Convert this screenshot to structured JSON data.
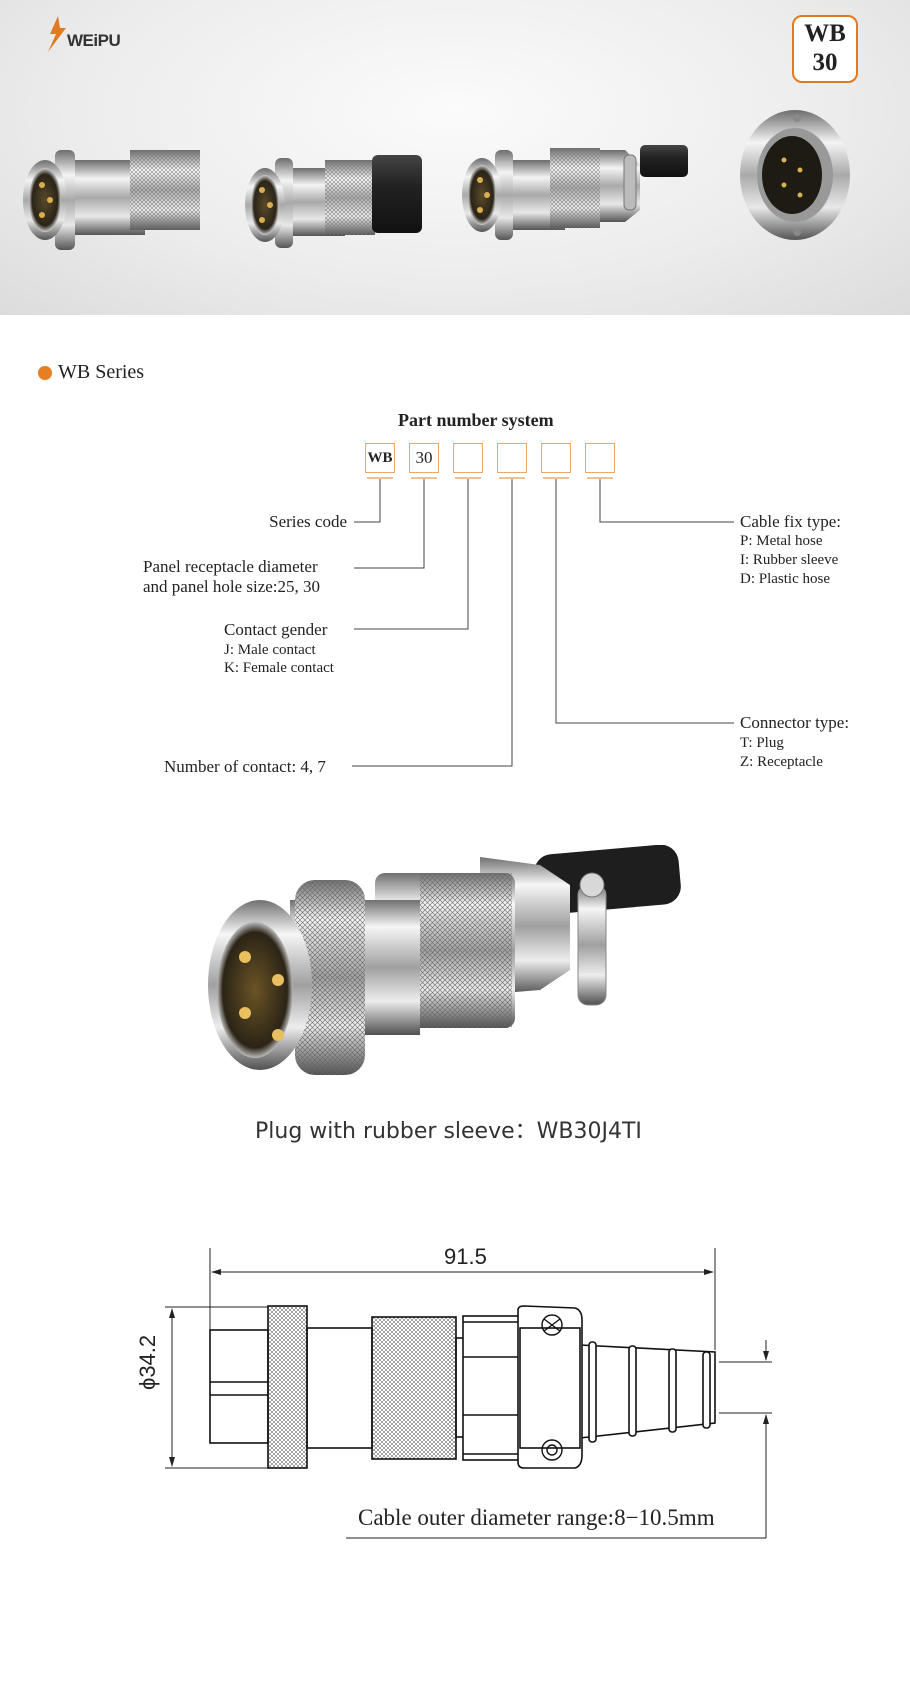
{
  "banner": {
    "logo_text": "WEiPU",
    "badge_line1": "WB",
    "badge_line2": "30"
  },
  "section": {
    "title": "WB  Series",
    "bullet_color": "#e67e22"
  },
  "part_number": {
    "title": "Part  number system",
    "boxes": [
      "WB",
      "30",
      "",
      "",
      "",
      ""
    ],
    "box_color": "#f0a868",
    "series_code": "Series code",
    "panel_line1": "Panel receptacle diameter",
    "panel_line2": "and panel hole size:25, 30",
    "gender_title": "Contact  gender",
    "gender_j": "J: Male  contact",
    "gender_k": "K: Female  contact",
    "number_of_contact": "Number of contact: 4, 7",
    "connector_title": "Connector type:",
    "connector_t": "T: Plug",
    "connector_z": "Z: Receptacle",
    "cable_title": "Cable fix type:",
    "cable_p": "P: Metal hose",
    "cable_i": "I:  Rubber sleeve",
    "cable_d": "D: Plastic hose"
  },
  "product": {
    "caption": "Plug with rubber sleeve：WB30J4TI"
  },
  "drawing": {
    "length": "91.5",
    "diameter": "ϕ34.2",
    "cable_note": "Cable outer  diameter range:8−10.5mm"
  }
}
